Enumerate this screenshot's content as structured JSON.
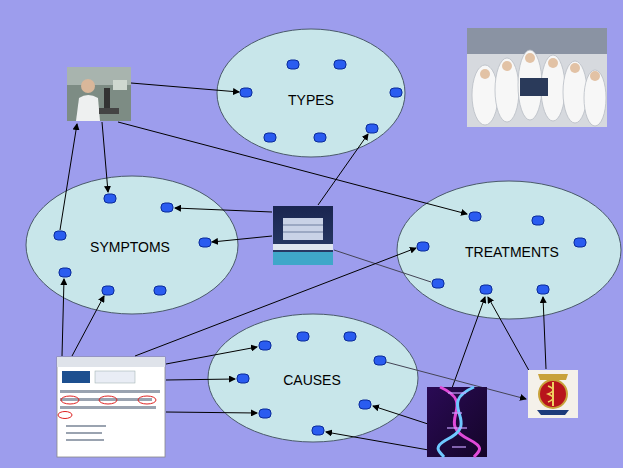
{
  "diagram": {
    "nodes": [
      {
        "text": [
          "TYPES"
        ]
      },
      {
        "text": [
          "SYMPTOMS"
        ]
      },
      {
        "text": [
          "TREATMENTS"
        ]
      },
      {
        "text": [
          "CAUSES"
        ]
      }
    ]
  }
}
